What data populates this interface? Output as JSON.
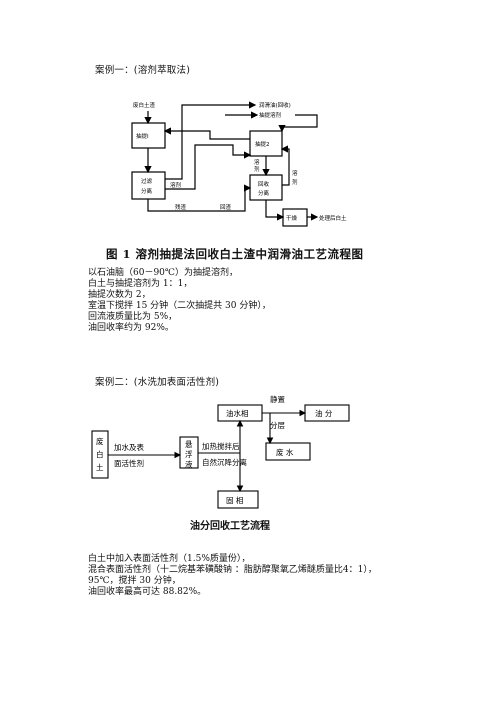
{
  "case1": {
    "heading": "案例一：(溶剂萃取法)",
    "diagram": {
      "waste_clay": "废白土渣",
      "extract1": "抽提Ⅰ",
      "filter_sep_line1": "过滤",
      "filter_sep_line2": "分离",
      "solvent": "溶剂",
      "residue": "残渣",
      "lube_recovery": "润滑油(回收)",
      "extract_solvent": "抽提溶剂",
      "extract2": "抽提2",
      "solvent_v1": "溶",
      "solvent_v2": "剂",
      "recovery_sep_line1": "回收",
      "recovery_sep_line2": "分离",
      "solvent_r1": "溶",
      "solvent_r2": "剂",
      "recycle_residue": "回渣",
      "dry": "干燥",
      "treated_clay": "处理后白土"
    },
    "caption": "图 1  溶剂抽提法回收白土渣中润滑油工艺流程图",
    "lines": [
      "以石油脑（60－90℃）为抽提溶剂，",
      "白土与抽提溶剂为 1：1，",
      "抽提次数为 2，",
      "室温下搅拌 15 分钟（二次抽提共 30 分钟），",
      "回流液质量比为 5%，",
      "油回收率约为 92%。"
    ]
  },
  "case2": {
    "heading": "案例二：(水洗加表面活性剂)",
    "diagram": {
      "waste_clay_c1": "废",
      "waste_clay_c2": "白",
      "waste_clay_c3": "土",
      "add_water_line1": "加水及表",
      "add_water_line2": "面活性剂",
      "slurry_c1": "悬",
      "slurry_c2": "浮",
      "slurry_c3": "液",
      "heat_stir": "加热搅拌后",
      "settle": "自然沉降分离",
      "oil_water_phase": "油水相",
      "standing": "静置",
      "layering": "分层",
      "oil": "油  分",
      "waste_water": "废  水",
      "solid_waste": "固  相"
    },
    "caption": "油分回收工艺流程",
    "lines": [
      "白土中加入表面活性剂（1.5%质量份），",
      "混合表面活性剂（十二烷基苯磺酸钠 ：脂肪醇聚氧乙烯醚质量比4：1），",
      "95℃，搅拌 30 分钟，",
      "油回收率最高可达 88.82%。"
    ]
  }
}
